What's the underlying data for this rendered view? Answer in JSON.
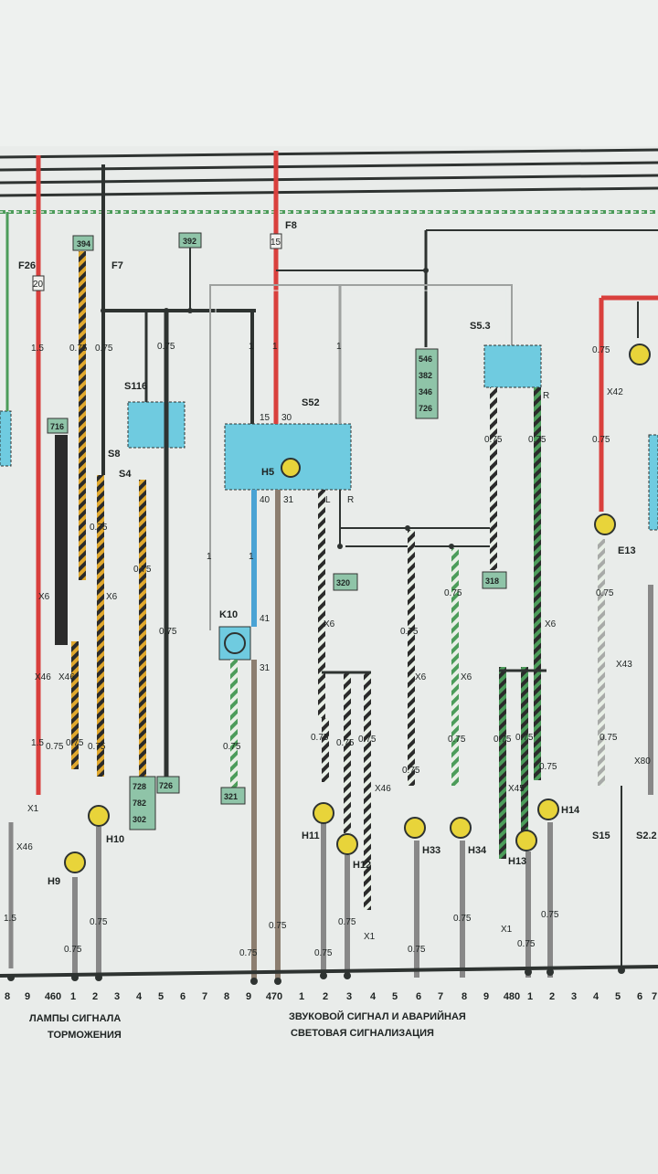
{
  "top_refs": [
    "394",
    "392"
  ],
  "fuses": [
    "F26",
    "F7",
    "F8"
  ],
  "relay_labels": [
    "S116",
    "S52",
    "S5.3",
    "K10",
    "E13",
    "S8",
    "S4"
  ],
  "ref_boxes": {
    "b716": "716",
    "stack_546": [
      "546",
      "382",
      "346",
      "726"
    ],
    "b320": "320",
    "b318": "318",
    "b321": "321",
    "stack_728": [
      "728",
      "782",
      "302"
    ],
    "b726": "726"
  },
  "lamps": [
    "H9",
    "H10",
    "H5",
    "H11",
    "H12",
    "H33",
    "H34",
    "H13",
    "H14"
  ],
  "connectors": [
    "X6",
    "X46",
    "X42",
    "X43",
    "X45",
    "X80",
    "X1"
  ],
  "switches": [
    "S15",
    "S2.2"
  ],
  "pins": [
    "15",
    "30",
    "40",
    "31",
    "41",
    "L",
    "R"
  ],
  "wire_sizes": [
    "0.75",
    "1.5",
    "1",
    "20",
    "15"
  ],
  "bottom_numbers": [
    "8",
    "9",
    "460",
    "1",
    "2",
    "3",
    "4",
    "5",
    "6",
    "7",
    "8",
    "9",
    "470",
    "1",
    "2",
    "3",
    "4",
    "5",
    "6",
    "7",
    "8",
    "9",
    "480",
    "1",
    "2",
    "3",
    "4",
    "5",
    "6",
    "7"
  ],
  "captions": {
    "left_1": "ЛАМПЫ СИГНАЛА",
    "left_2": "ТОРМОЖЕНИЯ",
    "mid_1": "ЗВУКОВОЙ СИГНАЛ И АВАРИЙНАЯ",
    "mid_2": "СВЕТОВАЯ СИГНАЛИЗАЦИЯ"
  }
}
